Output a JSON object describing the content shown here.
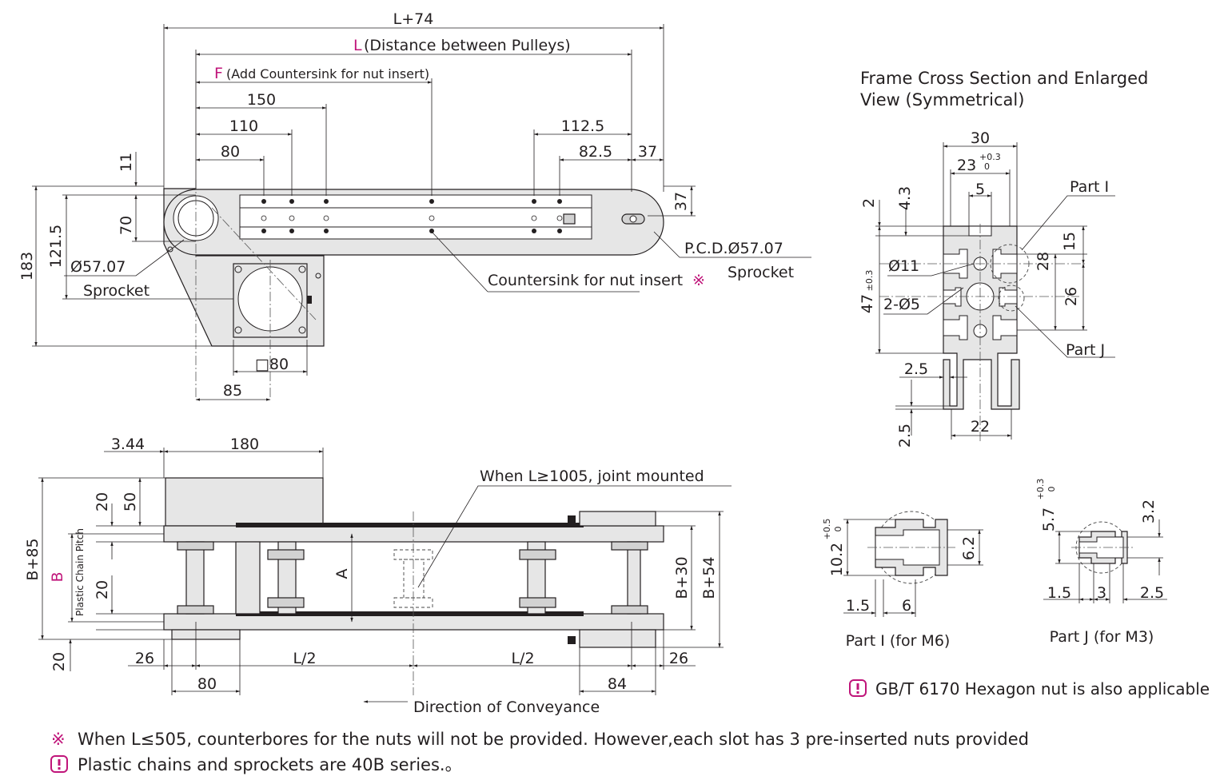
{
  "top_view": {
    "L74": "L+74",
    "L_letter": "L",
    "L_text": "(Distance between Pulleys)",
    "F_letter": "F",
    "F_text": "(Add Countersink for nut insert)",
    "d150": "150",
    "d110": "110",
    "d80": "80",
    "d112_5": "112.5",
    "d82_5": "82.5",
    "d37h": "37",
    "d11": "11",
    "d70": "70",
    "d121_5": "121.5",
    "d183": "183",
    "d37v": "37",
    "sprocket_dia_left": "Ø57.07",
    "sprocket_left": "Sprocket",
    "pcd": "P.C.D.Ø57.07",
    "sprocket_right": "Sprocket",
    "countersink": "Countersink for nut insert",
    "ref_mark": "※",
    "motor_square": "□80",
    "d85": "85"
  },
  "front_view": {
    "d3_44": "3.44",
    "d180": "180",
    "joint": "When L≥1005, joint mounted",
    "d20a": "20",
    "d50": "50",
    "d20b": "20",
    "d20c": "20",
    "B85": "B+85",
    "B_letter": "B",
    "chain_pitch": "Plastic Chain Pitch",
    "A": "A",
    "B30": "B+30",
    "B54": "B+54",
    "d26l": "26",
    "L2a": "L/2",
    "L2b": "L/2",
    "d26r": "26",
    "d80": "80",
    "d84": "84",
    "direction": "Direction of Conveyance"
  },
  "cross_section": {
    "title1": "Frame Cross Section and Enlarged",
    "title2": "View (Symmetrical)",
    "d30": "30",
    "d23": "23",
    "d23_tol_up": "+0.3",
    "d23_tol_lo": "0",
    "d5": "5",
    "partI": "Part I",
    "d2": "2",
    "d4_3": "4.3",
    "d15": "15",
    "d28": "28",
    "d11": "Ø11",
    "d2_5dia": "2-Ø5",
    "d26": "26",
    "d47": "47",
    "d47_tol": "±0.3",
    "partJ": "Part J",
    "d2_5a": "2.5",
    "d2_5b": "2.5",
    "d22": "22"
  },
  "part_i": {
    "d10_2": "10.2",
    "tol_up": "+0.5",
    "tol_lo": "0",
    "d6_2": "6.2",
    "d1_5": "1.5",
    "d6": "6",
    "caption": "Part I (for M6)"
  },
  "part_j": {
    "d5_7": "5.7",
    "tol_up": "+0.3",
    "tol_lo": "0",
    "d3_2": "3.2",
    "d1_5": "1.5",
    "d3": "3",
    "d2_5": "2.5",
    "caption": "Part J (for M3)"
  },
  "notes": {
    "hex_nut": "GB/T 6170 Hexagon nut is also applicable",
    "note1_mark": "※",
    "note1": "When L≤505, counterbores for the nuts will not be provided. However,each slot has 3 pre-inserted nuts provided",
    "note2": "Plastic chains and sprockets are 40B series.。"
  },
  "colors": {
    "accent": "#c0157a",
    "line": "#231f20",
    "fill": "#e6e6e6"
  }
}
